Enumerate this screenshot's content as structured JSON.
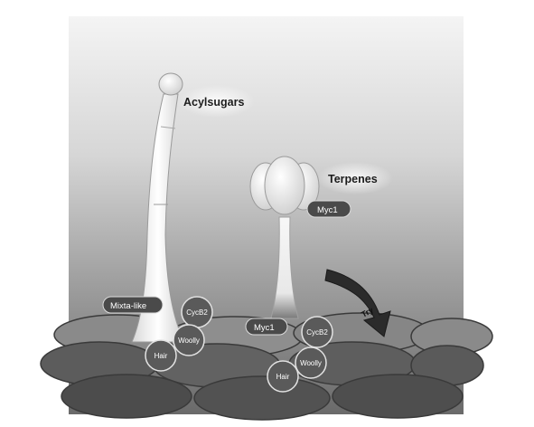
{
  "labels": {
    "acylsugars": "Acylsugars",
    "terpenes": "Terpenes",
    "myc1_top": "Myc1",
    "mixta_like": "Mixta-like",
    "myc1_bottom": "Myc1",
    "try_arrow": "Try"
  },
  "left_cluster": {
    "cycb2": "CycB2",
    "woolly": "Woolly",
    "hair": "Hair"
  },
  "right_cluster": {
    "cycb2": "CycB2",
    "woolly": "Woolly",
    "hair": "Hair"
  },
  "colors": {
    "pill": "#4a4a4a",
    "circle": "#5a5a5a",
    "arrow": "#2b2b2b"
  }
}
